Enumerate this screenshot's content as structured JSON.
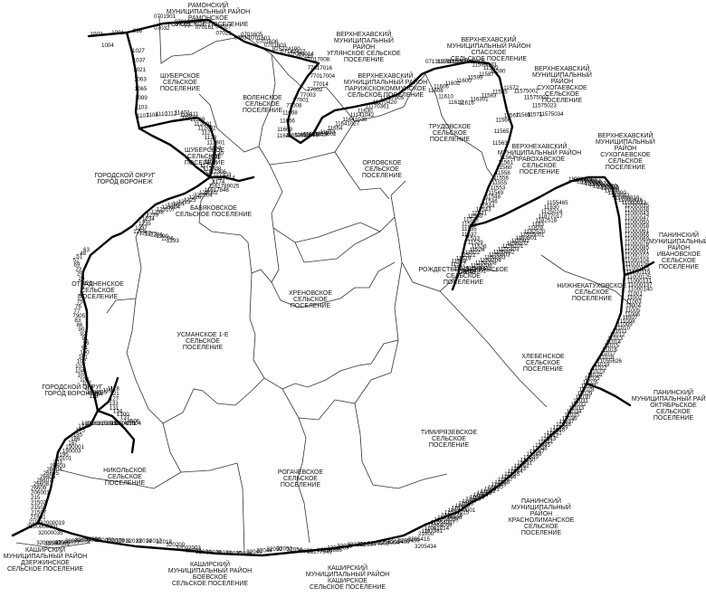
{
  "colors": {
    "background": "#ffffff",
    "route": "#000000",
    "boundary": "#333333",
    "text": "#111111"
  },
  "districts": [
    {
      "id": "ramonsky",
      "lines": [
        "РАМОНСКИЙ",
        "МУНИЦИПАЛЬНЫЙ РАЙОН",
        "РАМОНСКОЕ",
        "ГОРОДСКОЕ ПОСЕЛЕНИЕ"
      ]
    },
    {
      "id": "uglyanets",
      "lines": [
        "ВЕРХНЕХАВСКИЙ",
        "МУНИЦИПАЛЬНЫЙ",
        "РАЙОН",
        "УГЛЯНСКОЕ СЕЛЬСКОЕ",
        "ПОСЕЛЕНИЕ"
      ]
    },
    {
      "id": "parizh",
      "lines": [
        "ВЕРХНЕХАВСКИЙ",
        "МУНИЦИПАЛЬНЫЙ РАЙОН",
        "ПАРИЖСКОКОММУНСКОЕ",
        "СЕЛЬСКОЕ ПОСЕЛЕНИЕ"
      ]
    },
    {
      "id": "spasskoe",
      "lines": [
        "ВЕРХНЕХАВСКИЙ",
        "МУНИЦИПАЛЬНЫЙ РАЙОН",
        "СПАССКОЕ",
        "СЕЛЬСКОЕ ПОСЕЛЕНИЕ"
      ]
    },
    {
      "id": "sukhodaevskoe",
      "lines": [
        "ВЕРХНЕХАВСКИЙ",
        "МУНИЦИПАЛЬНЫЙ",
        "РАЙОН",
        "СУХОГАЕВСКОЕ",
        "СЕЛЬСКОЕ",
        "ПОСЕЛЕНИЕ"
      ]
    },
    {
      "id": "sukhogaevskoe2",
      "lines": [
        "ВЕРХНЕХАВСКИЙ",
        "МУНИЦИПАЛЬНЫЙ",
        "РАЙОН",
        "СУХОГАЕВСКОЕ",
        "СЕЛЬСКОЕ",
        "ПОСЕЛЕНИЕ"
      ]
    },
    {
      "id": "shuberskoe1",
      "lines": [
        "ШУБЕРСКОЕ",
        "СЕЛЬСКОЕ",
        "ПОСЕЛЕНИЕ"
      ]
    },
    {
      "id": "volnenskoe",
      "lines": [
        "ВОЛЕНСКОЕ",
        "СЕЛЬСКОЕ",
        "ПОСЕЛЕНИЕ"
      ]
    },
    {
      "id": "shuberskoe2",
      "lines": [
        "ШУБЕРСКОЕ",
        "СЕЛЬСКОЕ",
        "ПОСЕЛЕНИЕ"
      ]
    },
    {
      "id": "orlovskoe",
      "lines": [
        "ОРЛОВСКОЕ",
        "СЕЛЬСКОЕ",
        "ПОСЕЛЕНИЕ"
      ]
    },
    {
      "id": "trudovskoe",
      "lines": [
        "ТРУДОВСКОЕ",
        "СЕЛЬСКОЕ",
        "ПОСЕЛЕНИЕ"
      ]
    },
    {
      "id": "pravokhavskoe",
      "lines": [
        "ВЕРХНЕХАВСКИЙ",
        "МУНИЦИПАЛЬНЫЙ РАЙОН",
        "ПРАВОХАВСКОЕ",
        "СЕЛЬСКОЕ",
        "ПОСЕЛЕНИЕ"
      ]
    },
    {
      "id": "voronezh1",
      "lines": [
        "ГОРОДСКОЙ ОКРУГ",
        "ГОРОД ВОРОНЕЖ"
      ]
    },
    {
      "id": "babyakovskoe",
      "lines": [
        "БАБЯКОВСКОЕ",
        "СЕЛЬСКОЕ ПОСЕЛЕНИЕ"
      ]
    },
    {
      "id": "paninsky1",
      "lines": [
        "ПАНИНСКИЙ",
        "МУНИЦИПАЛЬНЫЙ",
        "РАЙОН",
        "ИВАНОВСКОЕ",
        "СЕЛЬСКОЕ",
        "ПОСЕЛЕНИЕ"
      ]
    },
    {
      "id": "otradnenskoe",
      "lines": [
        "ОТРАДНЕНСКОЕ",
        "СЕЛЬСКОЕ",
        "ПОСЕЛЕНИЕ"
      ]
    },
    {
      "id": "rozhdestvensko",
      "lines": [
        "РОЖДЕСТВЕНСКО-ХАВСКОЕ",
        "СЕЛЬСКОЕ",
        "ПОСЕЛЕНИЕ"
      ]
    },
    {
      "id": "nizhnekatukhovskoe",
      "lines": [
        "НИЖНЕКАТУХОВСКОЕ",
        "СЕЛЬСКОЕ",
        "ПОСЕЛЕНИЕ"
      ]
    },
    {
      "id": "khrenovskoe",
      "lines": [
        "ХРЕНОВСКОЕ",
        "СЕЛЬСКОЕ",
        "ПОСЕЛЕНИЕ"
      ]
    },
    {
      "id": "usmanskoe",
      "lines": [
        "УСМАНСКОЕ 1-Е",
        "СЕЛЬСКОЕ",
        "ПОСЕЛЕНИЕ"
      ]
    },
    {
      "id": "khlebenskoe",
      "lines": [
        "ХЛЕБЕНСКОЕ",
        "СЕЛЬСКОЕ",
        "ПОСЕЛЕНИЕ"
      ]
    },
    {
      "id": "voronezh2",
      "lines": [
        "ГОРОДСКОЙ ОКРУГ",
        "ГОРОД ВОРОНЕЖ"
      ]
    },
    {
      "id": "paninsky2",
      "lines": [
        "ПАНИНСКИЙ",
        "МУНИЦИПАЛЬНЫЙ РАЙОН",
        "ОКТЯБРЬСКОЕ",
        "СЕЛЬСКОЕ",
        "ПОСЕЛЕНИЕ"
      ]
    },
    {
      "id": "timiryazevskoe",
      "lines": [
        "ТИМИРЯЗЕВСКОЕ",
        "СЕЛЬСКОЕ",
        "ПОСЕЛЕНИЕ"
      ]
    },
    {
      "id": "nikolskoe",
      "lines": [
        "НИКОЛЬСКОЕ",
        "СЕЛЬСКОЕ",
        "ПОСЕЛЕНИЕ"
      ]
    },
    {
      "id": "rogachevskoe",
      "lines": [
        "РОГАЧЁВСКОЕ",
        "СЕЛЬСКОЕ",
        "ПОСЕЛЕНИЕ"
      ]
    },
    {
      "id": "paninsky3",
      "lines": [
        "ПАНИНСКИЙ",
        "МУНИЦИПАЛЬНЫЙ",
        "РАЙОН",
        "КРАСНОЛИМАНСКОЕ",
        "СЕЛЬСКОЕ",
        "ПОСЕЛЕНИЕ"
      ]
    },
    {
      "id": "kashirsky1",
      "lines": [
        "КАШИРСКИЙ",
        "МУНИЦИПАЛЬНЫЙ РАЙОН",
        "ДЗЕРЖИНСКОЕ",
        "СЕЛЬСКОЕ ПОСЕЛЕНИЕ"
      ]
    },
    {
      "id": "kashirsky2",
      "lines": [
        "КАШИРСКИЙ",
        "МУНИЦИПАЛЬНЫЙ РАЙОН",
        "БОЕВСКОЕ",
        "СЕЛЬСКОЕ ПОСЕЛЕНИЕ"
      ]
    },
    {
      "id": "kashirsky3",
      "lines": [
        "КАШИРСКИЙ",
        "МУНИЦИПАЛЬНЫЙ РАЙОН",
        "КАШИРСКОЕ",
        "СЕЛЬСКОЕ ПОСЕЛЕНИЕ"
      ]
    }
  ],
  "node_groups": {
    "nw_top": [
      "0701901",
      "0701608",
      "070161",
      "07021",
      "07030",
      "07027",
      "07023",
      "07025",
      "07032",
      "998",
      "1001",
      "1002",
      "1004"
    ],
    "nw_col": [
      "1027",
      "1037",
      "1021",
      "1063",
      "1065",
      "1099",
      "1103",
      "1107",
      "1108",
      "1110",
      "1112",
      "11402",
      "1126",
      "11508",
      "111"
    ],
    "uglyanets_nodes": [
      "0701605",
      "0701601",
      "0701606",
      "0701603",
      "825224190",
      "07142427",
      "07089014",
      "07015",
      "77017008",
      "77017016",
      "77017004",
      "77014",
      "77002",
      "77003",
      "77001",
      "77008",
      "11668",
      "11666",
      "11669",
      "11641",
      "11653834",
      "11653625",
      "11653819",
      "11653802",
      "11653",
      "11654",
      "11641027",
      "11641038",
      "11141042",
      "11630",
      "11170361",
      "11170420",
      "11117005"
    ],
    "spas_nodes": [
      "07131970",
      "11599103",
      "11599106",
      "11599105",
      "11599083",
      "11589",
      "11590",
      "11587",
      "11599",
      "11600",
      "11602",
      "11606",
      "11608",
      "11610",
      "11612",
      "11616",
      "116301",
      "11583",
      "11585",
      "11572",
      "11575002",
      "11575003",
      "11575023",
      "11575034",
      "11571",
      "11569",
      "11567",
      "11566",
      "11565",
      "11563"
    ],
    "center_nodes": [
      "11129",
      "112601",
      "112602",
      "1127",
      "1128",
      "112801",
      "1153",
      "1130",
      "1131",
      "1169",
      "11720",
      "117308",
      "117306",
      "117303",
      "117014",
      "1174",
      "1161789025",
      "11617846",
      "122002",
      "122004",
      "1226",
      "1225",
      "1223",
      "1231",
      "1229",
      "123104",
      "123107",
      "1238",
      "1239",
      "1234",
      "1235",
      "1237",
      "1250",
      "1262",
      "1272",
      "1286",
      "1290",
      "1296",
      "1293"
    ],
    "west_col": [
      "63",
      "48",
      "51",
      "52",
      "69",
      "23",
      "29",
      "20",
      "7220",
      "9",
      "8",
      "74",
      "75",
      "76",
      "77",
      "7905",
      "83",
      "86",
      "90",
      "92",
      "91",
      "96",
      "94",
      "100",
      "101",
      "102",
      "103",
      "104",
      "105",
      "106",
      "107",
      "108",
      "10801",
      "113",
      "114",
      "115",
      "116",
      "117",
      "118",
      "121",
      "127",
      "133",
      "131",
      "134",
      "1300",
      "137",
      "13506",
      "12504",
      "14701",
      "150",
      "156",
      "15001",
      "15801",
      "163",
      "161",
      "168",
      "169",
      "174",
      "175",
      "185",
      "186",
      "187",
      "190001",
      "190003",
      "195",
      "20101",
      "203",
      "26603",
      "26604",
      "26605",
      "26606",
      "26607",
      "26608",
      "26609",
      "206001",
      "215",
      "21502",
      "21503",
      "21507",
      "21901",
      "219",
      "3200000001"
    ],
    "south_nodes": [
      "32000019",
      "32000035",
      "32000047",
      "32000069",
      "32000077",
      "32000079",
      "32000081",
      "32004",
      "320050",
      "320070",
      "32011",
      "32013",
      "32014",
      "32017",
      "32018",
      "320200",
      "32002003",
      "32003",
      "32024",
      "32028",
      "32033",
      "32035",
      "32038",
      "32040",
      "32044",
      "32050",
      "32052",
      "32054",
      "32039",
      "16177949",
      "13238886",
      "1323869",
      "32025",
      "320252",
      "320254",
      "3204502",
      "3204004",
      "3205400",
      "3205409",
      "3205415",
      "3205434"
    ],
    "east_nodes": [
      "11562",
      "11561",
      "11560",
      "11558",
      "11556",
      "11555",
      "11553",
      "11549",
      "11548",
      "11546",
      "11544",
      "11543",
      "11541",
      "11540",
      "11538",
      "11536",
      "11535",
      "11537",
      "11533",
      "11529",
      "11526",
      "11524",
      "11522",
      "11521",
      "11519",
      "11518",
      "11517",
      "11516",
      "115540",
      "11554801",
      "1153707",
      "1153706",
      "1153708",
      "1153704",
      "1153303",
      "1155803",
      "1155482",
      "1155403",
      "1156101",
      "1156102",
      "115591",
      "1153501",
      "11555001",
      "1182520",
      "11829",
      "1183",
      "1182518",
      "11877017",
      "1125024",
      "11830",
      "1155465"
    ],
    "far_east": [
      "11006101",
      "11006061",
      "11006054",
      "1100600",
      "1100607",
      "1100609",
      "11006010",
      "1100603",
      "110060",
      "11000",
      "110000",
      "110002",
      "11000010",
      "11000026",
      "11000033",
      "11000035",
      "11000038",
      "11000043",
      "11000047",
      "11000050",
      "11000058",
      "11000061",
      "11000066",
      "11000069",
      "11000076",
      "11000085",
      "11000091",
      "11000102",
      "11000104",
      "11000106",
      "11000115",
      "11000119",
      "11000125",
      "11000131",
      "11000137",
      "11000140",
      "11001",
      "11002",
      "11003",
      "11004",
      "11005",
      "11006",
      "11007",
      "11008",
      "11009",
      "11010",
      "11011",
      "11012",
      "11013",
      "11014",
      "11015",
      "11016",
      "11017",
      "11018",
      "21055626",
      "11019",
      "11022",
      "11023",
      "11024",
      "11025",
      "11026",
      "11027",
      "11028",
      "11029",
      "11030",
      "11031",
      "11032",
      "11033",
      "11034",
      "11035",
      "11036",
      "11037",
      "11038",
      "11039",
      "11040",
      "11041",
      "11042",
      "11043",
      "11044",
      "11045",
      "11046",
      "11047",
      "11048",
      "11049",
      "11050",
      "11051",
      "11052",
      "11053",
      "11054",
      "11055",
      "11056",
      "11057",
      "11058",
      "11059",
      "11060",
      "11061",
      "11062",
      "11063",
      "11064",
      "11065",
      "11066",
      "11067",
      "11068",
      "11069",
      "11070",
      "110340001",
      "11034015",
      "2122216",
      "11054008",
      "11054009",
      "11054007",
      "11064009",
      "11061014",
      "1167981",
      "21000"
    ]
  }
}
